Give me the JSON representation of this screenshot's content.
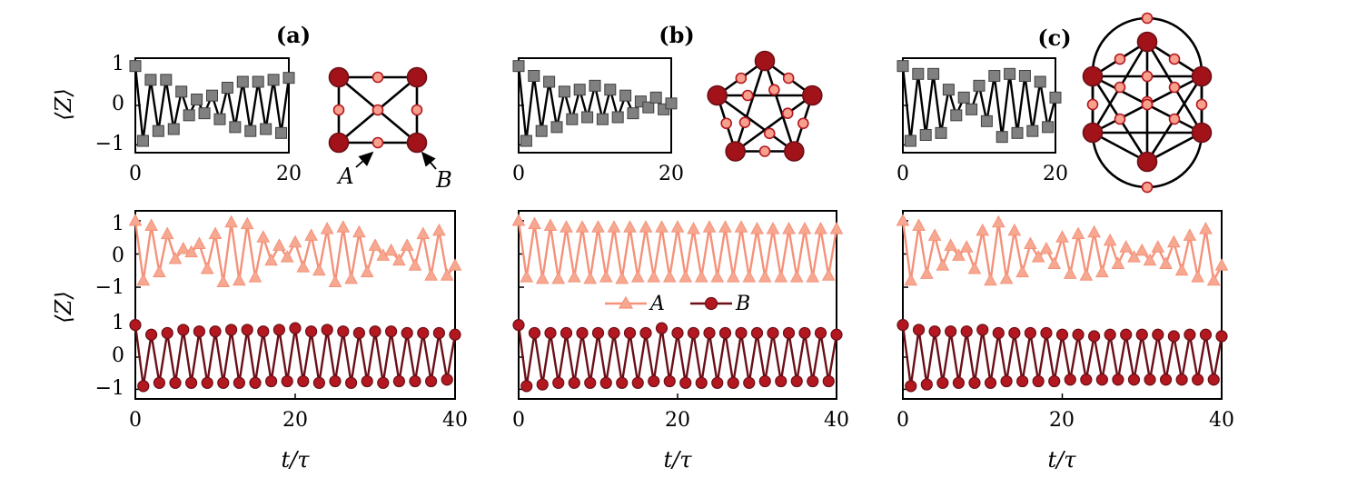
{
  "colors": {
    "insetMarker": "#808080",
    "seriesA": "#f4927a",
    "seriesB": "#6b0f17",
    "seriesBFill": "#b3171f",
    "graphBig": "#a11219",
    "graphSmall": "#f7a08e"
  },
  "ylabel": "⟨Z⟩",
  "xlabel": "t/τ",
  "legend": {
    "a": "A",
    "b": "B"
  },
  "arrow_labels": {
    "a": "A",
    "b": "B"
  },
  "inset_ticks": {
    "y": [
      "1",
      "0",
      "−1"
    ],
    "x": [
      "0",
      "20"
    ]
  },
  "main_ticks": {
    "y": [
      "1",
      "0",
      "−1"
    ],
    "x": [
      "0",
      "20",
      "40"
    ]
  },
  "panels": [
    {
      "label": "(a)",
      "graph": "square"
    },
    {
      "label": "(b)",
      "graph": "pentagon"
    },
    {
      "label": "(c)",
      "graph": "oval"
    }
  ],
  "chart_data": [
    {
      "type": "line",
      "panel": "(a)",
      "plot": "inset",
      "xlim": [
        0,
        20
      ],
      "ylim": [
        -1.2,
        1.2
      ],
      "series": [
        {
          "x": [
            0,
            1,
            2,
            3,
            4,
            5,
            6,
            7,
            8,
            9,
            10,
            11,
            12,
            13,
            14,
            15,
            16,
            17,
            18,
            19,
            20
          ],
          "values": [
            1.0,
            -0.9,
            0.65,
            -0.65,
            0.65,
            -0.6,
            0.35,
            -0.25,
            0.15,
            -0.2,
            0.25,
            -0.35,
            0.45,
            -0.55,
            0.6,
            -0.65,
            0.6,
            -0.6,
            0.65,
            -0.7,
            0.7
          ]
        }
      ]
    },
    {
      "type": "line",
      "panel": "(b)",
      "plot": "inset",
      "xlim": [
        0,
        20
      ],
      "ylim": [
        -1.2,
        1.2
      ],
      "series": [
        {
          "x": [
            0,
            1,
            2,
            3,
            4,
            5,
            6,
            7,
            8,
            9,
            10,
            11,
            12,
            13,
            14,
            15,
            16,
            17,
            18,
            19,
            20
          ],
          "values": [
            1.0,
            -0.9,
            0.75,
            -0.65,
            0.6,
            -0.55,
            0.35,
            -0.35,
            0.4,
            -0.3,
            0.5,
            -0.35,
            0.4,
            -0.3,
            0.25,
            -0.2,
            0.1,
            -0.05,
            0.2,
            -0.1,
            0.05
          ]
        }
      ]
    },
    {
      "type": "line",
      "panel": "(c)",
      "plot": "inset",
      "xlim": [
        0,
        20
      ],
      "ylim": [
        -1.2,
        1.2
      ],
      "series": [
        {
          "x": [
            0,
            1,
            2,
            3,
            4,
            5,
            6,
            7,
            8,
            9,
            10,
            11,
            12,
            13,
            14,
            15,
            16,
            17,
            18,
            19,
            20
          ],
          "values": [
            1.0,
            -0.9,
            0.8,
            -0.75,
            0.8,
            -0.7,
            0.4,
            -0.25,
            0.2,
            -0.1,
            0.5,
            -0.4,
            0.75,
            -0.8,
            0.8,
            -0.7,
            0.75,
            -0.65,
            0.6,
            -0.55,
            0.2
          ]
        }
      ]
    },
    {
      "type": "line",
      "panel": "(a)",
      "plot": "main",
      "xlim": [
        0,
        40
      ],
      "ylim_top": [
        -1.3,
        1.3
      ],
      "ylim_bottom": [
        -1.3,
        1.3
      ],
      "series": [
        {
          "name": "A",
          "x": [
            0,
            1,
            2,
            3,
            4,
            5,
            6,
            7,
            8,
            9,
            10,
            11,
            12,
            13,
            14,
            15,
            16,
            17,
            18,
            19,
            20,
            21,
            22,
            23,
            24,
            25,
            26,
            27,
            28,
            29,
            30,
            31,
            32,
            33,
            34,
            35,
            36,
            37,
            38,
            39,
            40
          ],
          "values": [
            1.0,
            -0.8,
            0.85,
            -0.55,
            0.6,
            -0.15,
            0.15,
            0.05,
            0.3,
            -0.45,
            0.6,
            -0.85,
            0.95,
            -0.8,
            0.9,
            -0.7,
            0.5,
            -0.2,
            0.25,
            -0.1,
            0.35,
            -0.4,
            0.55,
            -0.5,
            0.75,
            -0.85,
            0.8,
            -0.75,
            0.65,
            -0.55,
            0.25,
            -0.05,
            0.1,
            -0.2,
            0.25,
            -0.35,
            0.6,
            -0.65,
            0.7,
            -0.65,
            -0.35
          ]
        },
        {
          "name": "B",
          "x": [
            0,
            1,
            2,
            3,
            4,
            5,
            6,
            7,
            8,
            9,
            10,
            11,
            12,
            13,
            14,
            15,
            16,
            17,
            18,
            19,
            20,
            21,
            22,
            23,
            24,
            25,
            26,
            27,
            28,
            29,
            30,
            31,
            32,
            33,
            34,
            35,
            36,
            37,
            38,
            39,
            40
          ],
          "values": [
            1.0,
            -0.9,
            0.7,
            -0.8,
            0.75,
            -0.8,
            0.85,
            -0.8,
            0.8,
            -0.8,
            0.8,
            -0.8,
            0.85,
            -0.8,
            0.85,
            -0.8,
            0.8,
            -0.75,
            0.85,
            -0.75,
            0.9,
            -0.75,
            0.8,
            -0.8,
            0.85,
            -0.75,
            0.8,
            -0.8,
            0.75,
            -0.75,
            0.8,
            -0.8,
            0.8,
            -0.75,
            0.75,
            -0.75,
            0.75,
            -0.75,
            0.75,
            -0.7,
            0.7
          ]
        }
      ]
    },
    {
      "type": "line",
      "panel": "(b)",
      "plot": "main",
      "xlim": [
        0,
        40
      ],
      "ylim_top": [
        -1.3,
        1.3
      ],
      "ylim_bottom": [
        -1.3,
        1.3
      ],
      "series": [
        {
          "name": "A",
          "x": [
            0,
            1,
            2,
            3,
            4,
            5,
            6,
            7,
            8,
            9,
            10,
            11,
            12,
            13,
            14,
            15,
            16,
            17,
            18,
            19,
            20,
            21,
            22,
            23,
            24,
            25,
            26,
            27,
            28,
            29,
            30,
            31,
            32,
            33,
            34,
            35,
            36,
            37,
            38,
            39,
            40
          ],
          "values": [
            1.0,
            -0.7,
            0.9,
            -0.75,
            0.85,
            -0.75,
            0.8,
            -0.7,
            0.8,
            -0.75,
            0.8,
            -0.7,
            0.8,
            -0.75,
            0.8,
            -0.7,
            0.8,
            -0.7,
            0.8,
            -0.7,
            0.8,
            -0.7,
            0.75,
            -0.7,
            0.8,
            -0.7,
            0.8,
            -0.7,
            0.8,
            -0.7,
            0.75,
            -0.7,
            0.75,
            -0.7,
            0.75,
            -0.7,
            0.75,
            -0.7,
            0.75,
            -0.65,
            0.75
          ]
        },
        {
          "name": "B",
          "x": [
            0,
            1,
            2,
            3,
            4,
            5,
            6,
            7,
            8,
            9,
            10,
            11,
            12,
            13,
            14,
            15,
            16,
            17,
            18,
            19,
            20,
            21,
            22,
            23,
            24,
            25,
            26,
            27,
            28,
            29,
            30,
            31,
            32,
            33,
            34,
            35,
            36,
            37,
            38,
            39,
            40
          ],
          "values": [
            1.0,
            -0.9,
            0.75,
            -0.85,
            0.75,
            -0.8,
            0.75,
            -0.8,
            0.75,
            -0.8,
            0.75,
            -0.8,
            0.75,
            -0.8,
            0.75,
            -0.8,
            0.75,
            -0.75,
            0.9,
            -0.75,
            0.75,
            -0.8,
            0.75,
            -0.8,
            0.75,
            -0.8,
            0.75,
            -0.8,
            0.75,
            -0.8,
            0.75,
            -0.75,
            0.75,
            -0.75,
            0.75,
            -0.75,
            0.75,
            -0.75,
            0.75,
            -0.75,
            0.7
          ]
        }
      ]
    },
    {
      "type": "line",
      "panel": "(c)",
      "plot": "main",
      "xlim": [
        0,
        40
      ],
      "ylim_top": [
        -1.3,
        1.3
      ],
      "ylim_bottom": [
        -1.3,
        1.3
      ],
      "series": [
        {
          "name": "A",
          "x": [
            0,
            1,
            2,
            3,
            4,
            5,
            6,
            7,
            8,
            9,
            10,
            11,
            12,
            13,
            14,
            15,
            16,
            17,
            18,
            19,
            20,
            21,
            22,
            23,
            24,
            25,
            26,
            27,
            28,
            29,
            30,
            31,
            32,
            33,
            34,
            35,
            36,
            37,
            38,
            39,
            40
          ],
          "values": [
            1.0,
            -0.8,
            0.85,
            -0.6,
            0.55,
            -0.35,
            0.25,
            -0.05,
            0.2,
            -0.45,
            0.7,
            -0.8,
            0.95,
            -0.75,
            0.7,
            -0.55,
            0.3,
            -0.1,
            0.15,
            -0.3,
            0.5,
            -0.6,
            0.6,
            -0.65,
            0.65,
            -0.55,
            0.4,
            -0.3,
            0.2,
            -0.1,
            0.1,
            -0.2,
            0.2,
            -0.3,
            0.35,
            -0.5,
            0.55,
            -0.7,
            0.75,
            -0.8,
            -0.35
          ]
        },
        {
          "name": "B",
          "x": [
            0,
            1,
            2,
            3,
            4,
            5,
            6,
            7,
            8,
            9,
            10,
            11,
            12,
            13,
            14,
            15,
            16,
            17,
            18,
            19,
            20,
            21,
            22,
            23,
            24,
            25,
            26,
            27,
            28,
            29,
            30,
            31,
            32,
            33,
            34,
            35,
            36,
            37,
            38,
            39,
            40
          ],
          "values": [
            1.0,
            -0.9,
            0.85,
            -0.85,
            0.8,
            -0.8,
            0.8,
            -0.8,
            0.8,
            -0.8,
            0.85,
            -0.8,
            0.75,
            -0.75,
            0.75,
            -0.75,
            0.75,
            -0.75,
            0.75,
            -0.75,
            0.7,
            -0.7,
            0.7,
            -0.7,
            0.65,
            -0.7,
            0.7,
            -0.7,
            0.7,
            -0.7,
            0.7,
            -0.7,
            0.7,
            -0.7,
            0.65,
            -0.7,
            0.7,
            -0.7,
            0.7,
            -0.7,
            0.65
          ]
        }
      ]
    }
  ]
}
